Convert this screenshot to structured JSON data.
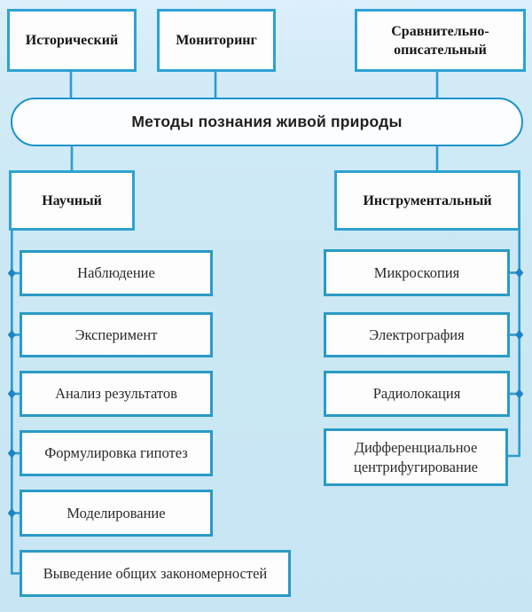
{
  "title": {
    "label": "Методы познания живой природы"
  },
  "top_methods": [
    {
      "label": "Исторический"
    },
    {
      "label": "Мониторинг"
    },
    {
      "label": "Сравнительно-описательный"
    }
  ],
  "branches": {
    "scientific": {
      "label": "Научный",
      "items": [
        "Наблюдение",
        "Эксперимент",
        "Анализ результатов",
        "Формулировка гипотез",
        "Моделирование",
        "Выведение общих закономерностей"
      ]
    },
    "instrumental": {
      "label": "Инструментальный",
      "items": [
        "Микроскопия",
        "Электрография",
        "Радиолокация",
        "Дифференциальное центрифугирование"
      ]
    }
  },
  "colors": {
    "background": "#cde9f5",
    "parent_border": "#2da2d3",
    "child_border": "#2a9ac4",
    "pill_border": "#1d93c9",
    "connector": "#2b9ccf",
    "arrow": "#1e84c2",
    "box_fill": "#fdfdfe"
  }
}
